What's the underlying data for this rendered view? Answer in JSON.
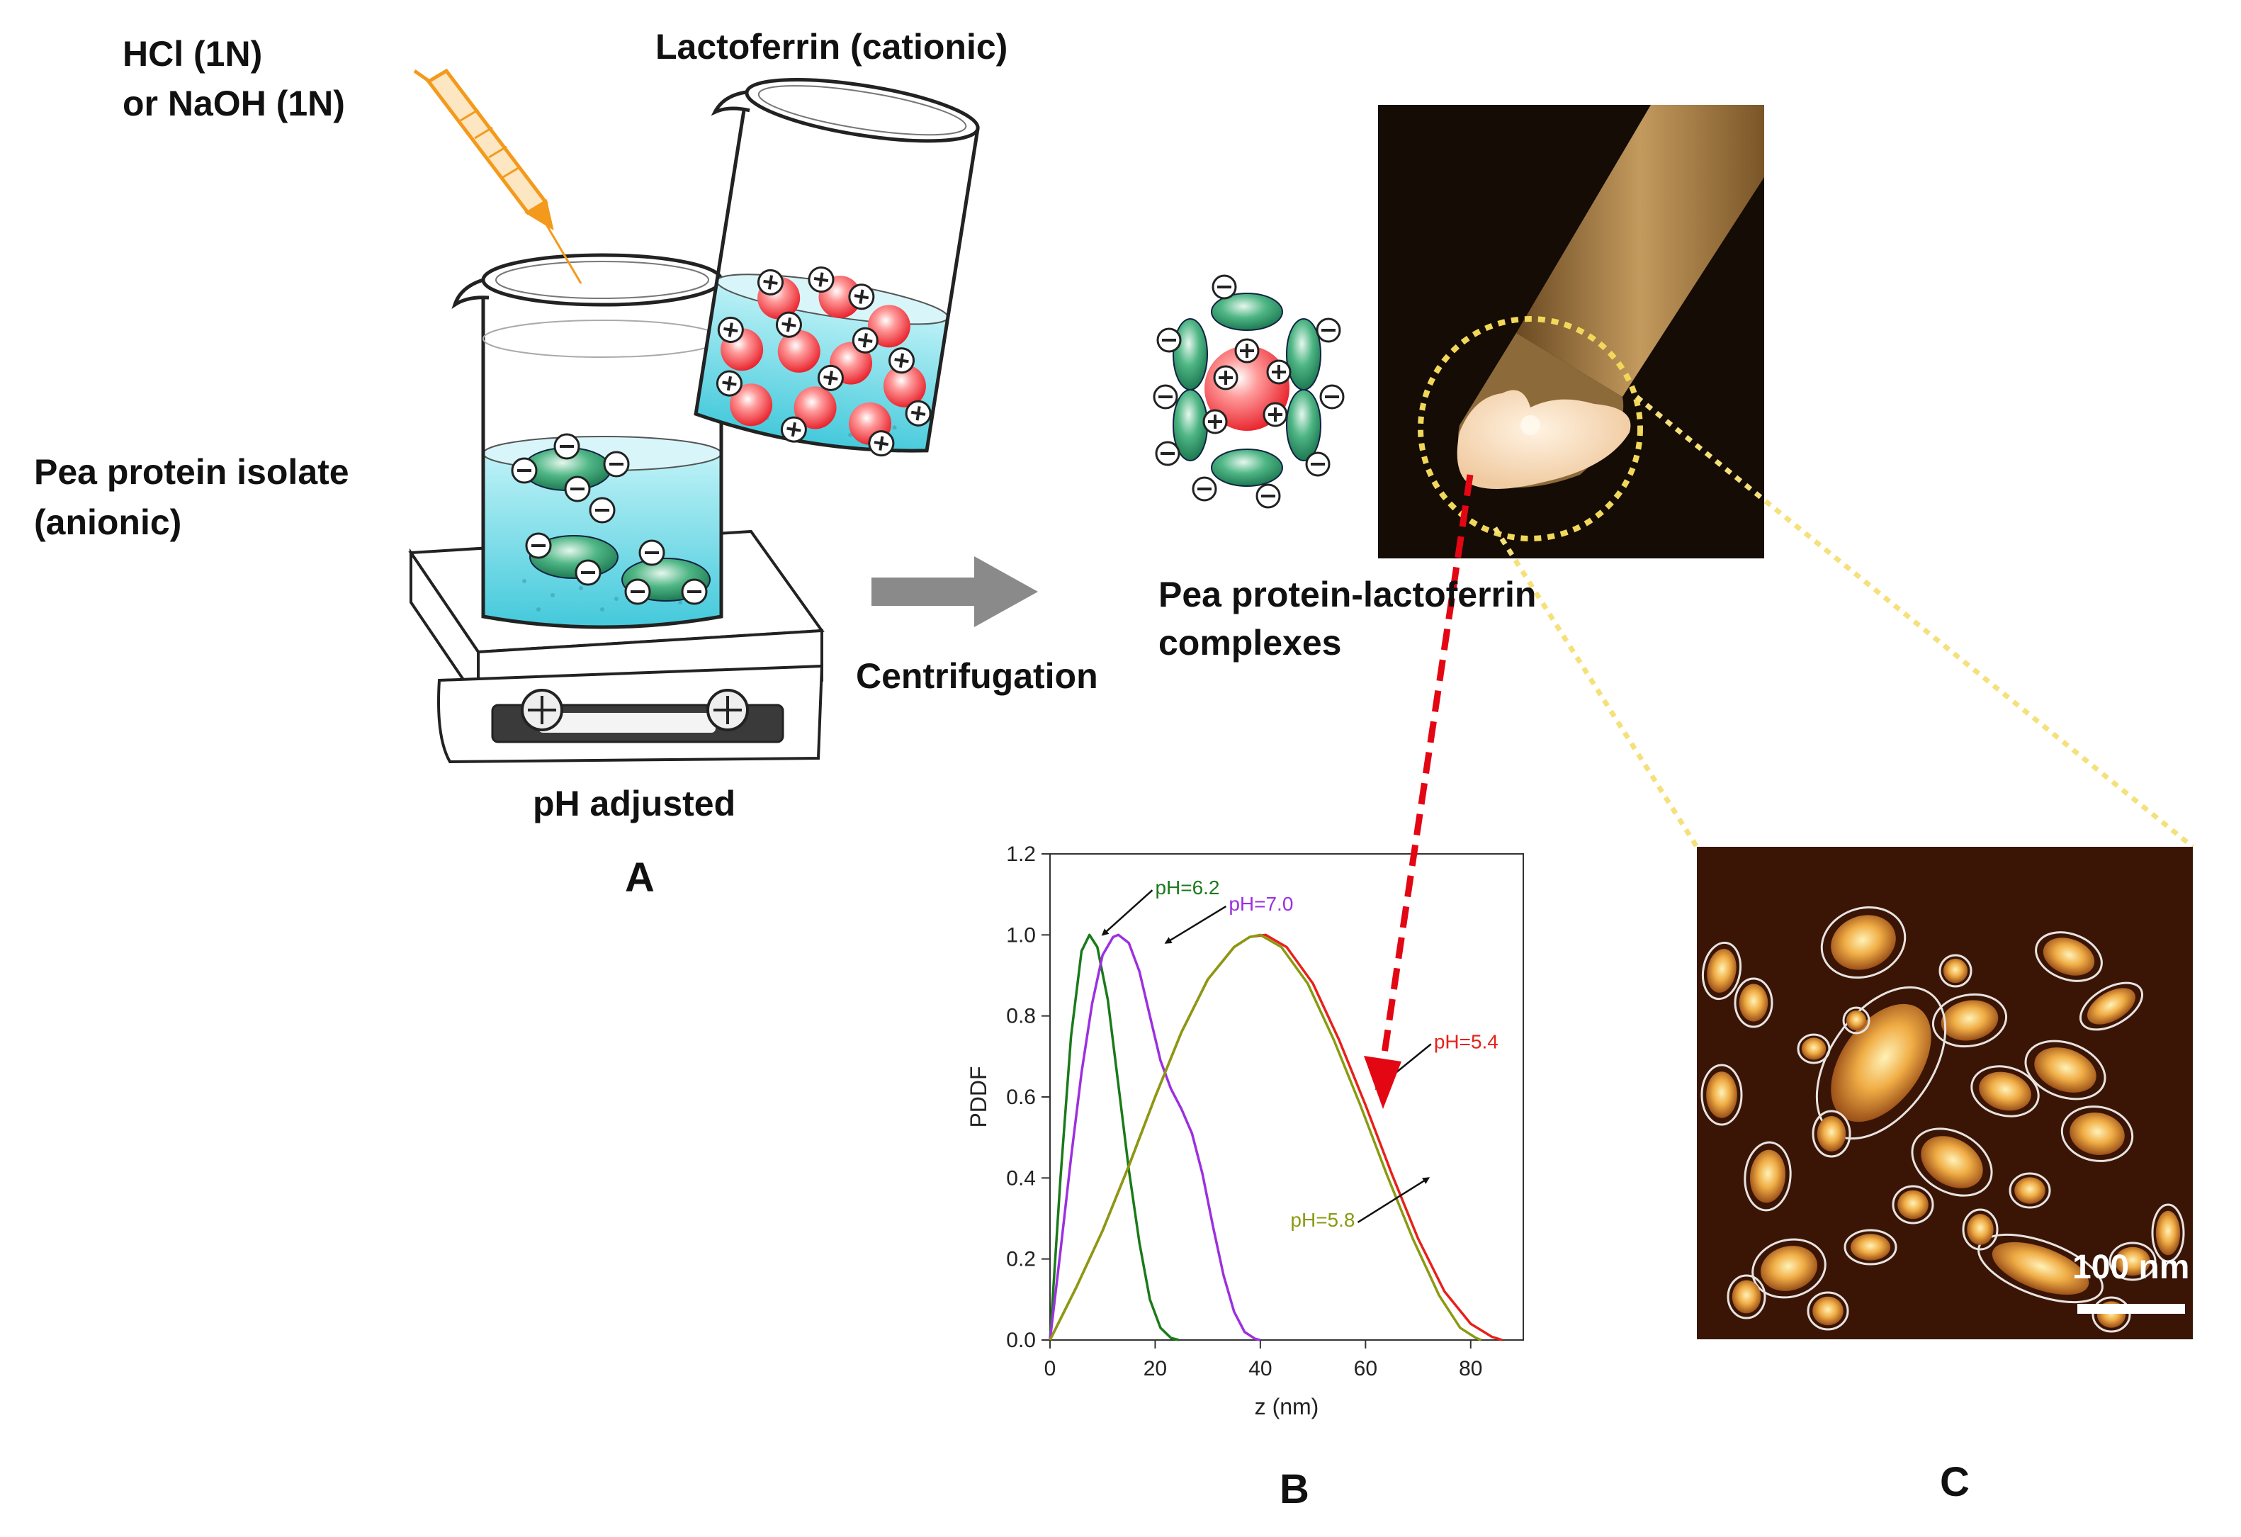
{
  "labels": {
    "acid_base": [
      "HCl (1N)",
      "or NaOH (1N)"
    ],
    "lactoferrin": "Lactoferrin (cationic)",
    "pea_protein": [
      "Pea protein isolate",
      "(anionic)"
    ],
    "centrifugation": "Centrifugation",
    "complexes": [
      "Pea protein-lactoferrin",
      "complexes"
    ],
    "ph_adjusted": "pH adjusted",
    "panel_a": "A",
    "panel_b": "B",
    "panel_c": "C",
    "scale_bar": "100 nm"
  },
  "colors": {
    "syringe": "#f39a1c",
    "beaker_liquid": "#5fd3e0",
    "anion_protein": "#1e8a5c",
    "cation_protein": "#e8212b",
    "arrow_gray": "#8a8a8a",
    "dashed_red": "#e30613",
    "dotted_yellow": "#f5e07a",
    "afm_background": "#3a1505",
    "afm_particle": "#e8a03c"
  },
  "chart_data": {
    "type": "line",
    "xlabel": "z (nm)",
    "ylabel": "PDDF",
    "xlim": [
      0,
      90
    ],
    "ylim": [
      0,
      1.2
    ],
    "xticks": [
      0,
      20,
      40,
      60,
      80
    ],
    "yticks": [
      "0.0",
      "0.2",
      "0.4",
      "0.6",
      "0.8",
      "1.0",
      "1.2"
    ],
    "series": [
      {
        "name": "pH=6.2",
        "color": "#1a7a1a",
        "x": [
          0,
          2,
          4,
          6,
          7.5,
          9,
          11,
          13,
          15,
          17,
          19,
          21,
          23,
          24.5
        ],
        "y": [
          0,
          0.4,
          0.75,
          0.96,
          1.0,
          0.97,
          0.84,
          0.63,
          0.42,
          0.24,
          0.1,
          0.03,
          0.005,
          0
        ]
      },
      {
        "name": "pH=7.0",
        "color": "#9b30e0",
        "x": [
          0,
          2,
          4,
          6,
          8,
          10,
          12,
          13,
          15,
          17,
          19,
          21,
          23,
          25,
          27,
          29,
          31,
          33,
          35,
          37,
          39,
          40
        ],
        "y": [
          0,
          0.22,
          0.45,
          0.66,
          0.83,
          0.95,
          0.995,
          1.0,
          0.98,
          0.91,
          0.8,
          0.69,
          0.62,
          0.57,
          0.51,
          0.41,
          0.28,
          0.16,
          0.07,
          0.02,
          0.003,
          0
        ]
      },
      {
        "name": "pH=5.4",
        "color": "#e8201a",
        "x": [
          0,
          5,
          10,
          15,
          20,
          25,
          30,
          35,
          38,
          41,
          45,
          50,
          55,
          60,
          65,
          70,
          75,
          80,
          84,
          86
        ],
        "y": [
          0,
          0.13,
          0.27,
          0.43,
          0.6,
          0.76,
          0.89,
          0.97,
          0.995,
          1.0,
          0.97,
          0.88,
          0.74,
          0.58,
          0.41,
          0.25,
          0.12,
          0.04,
          0.008,
          0
        ]
      },
      {
        "name": "pH=5.8",
        "color": "#8a9a10",
        "x": [
          0,
          5,
          10,
          15,
          20,
          25,
          30,
          35,
          38,
          40,
          44,
          49,
          54,
          59,
          64,
          69,
          74,
          78,
          81,
          82
        ],
        "y": [
          0,
          0.13,
          0.27,
          0.43,
          0.6,
          0.76,
          0.89,
          0.97,
          0.995,
          1.0,
          0.97,
          0.88,
          0.74,
          0.58,
          0.41,
          0.25,
          0.11,
          0.03,
          0.005,
          0
        ]
      }
    ]
  }
}
